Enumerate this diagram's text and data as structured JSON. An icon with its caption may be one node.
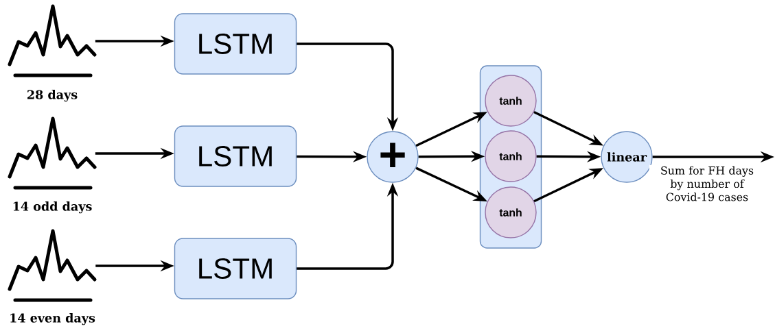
{
  "diagram": {
    "nodes": [
      {
        "text": [
          "28 days"
        ]
      },
      {
        "text": [
          "14 odd days"
        ]
      },
      {
        "text": [
          "14 even days"
        ]
      },
      {
        "text": [
          "LSTM"
        ]
      },
      {
        "text": [
          "LSTM"
        ]
      },
      {
        "text": [
          "LSTM"
        ]
      },
      {
        "text": [
          "+"
        ]
      },
      {
        "text": [],
        "shape": "box"
      },
      {
        "text": [
          "tanh"
        ],
        "in": 7
      },
      {
        "text": [
          "tanh"
        ],
        "in": 7
      },
      {
        "text": [
          "tanh"
        ],
        "in": 7
      },
      {
        "text": [
          "linear"
        ]
      }
    ],
    "edges": [
      {
        "from": 0,
        "to": 3,
        "arrow": "to"
      },
      {
        "from": 1,
        "to": 4,
        "arrow": "to"
      },
      {
        "from": 2,
        "to": 5,
        "arrow": "to"
      },
      {
        "from": 3,
        "to": 6,
        "arrow": "to"
      },
      {
        "from": 4,
        "to": 6,
        "arrow": "to"
      },
      {
        "from": 5,
        "to": 6,
        "arrow": "to"
      },
      {
        "from": 6,
        "to": 8,
        "arrow": "to"
      },
      {
        "from": 6,
        "to": 9,
        "arrow": "to"
      },
      {
        "from": 6,
        "to": 10,
        "arrow": "to"
      },
      {
        "from": 8,
        "to": 11,
        "arrow": "to"
      },
      {
        "from": 9,
        "to": 11,
        "arrow": "to"
      },
      {
        "from": 10,
        "to": 11,
        "arrow": "to"
      },
      {
        "from": 11,
        "to": null,
        "arrow": "to",
        "label": "Sum for FH days by number of Covid-19 cases"
      }
    ]
  }
}
